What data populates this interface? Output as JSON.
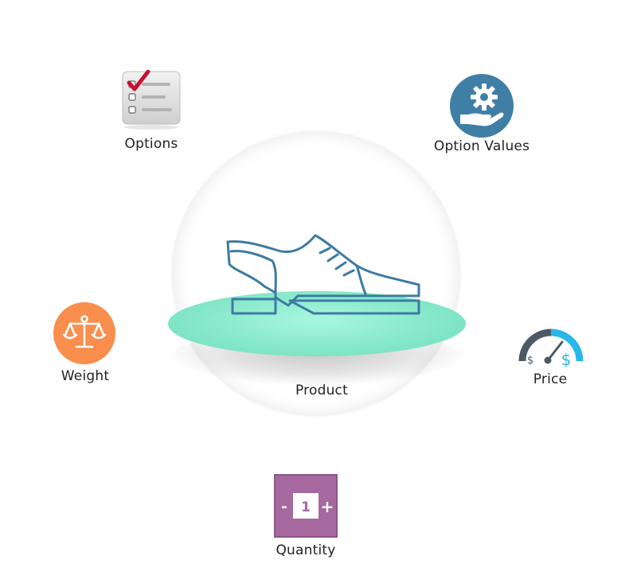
{
  "diagram": {
    "center": {
      "label": "Product",
      "icon": "shoe-icon"
    },
    "nodes": [
      {
        "id": "options",
        "label": "Options",
        "icon": "checklist-icon"
      },
      {
        "id": "option-values",
        "label": "Option Values",
        "icon": "hand-gear-icon"
      },
      {
        "id": "weight",
        "label": "Weight",
        "icon": "scale-icon"
      },
      {
        "id": "price",
        "label": "Price",
        "icon": "speedometer-dollar-icon"
      },
      {
        "id": "quantity",
        "label": "Quantity",
        "icon": "quantity-stepper-icon",
        "stepper_value": "1",
        "minus": "-",
        "plus": "+",
        "price_low_symbol": "$",
        "price_high_symbol": "$"
      }
    ]
  },
  "colors": {
    "option_values_circle": "#3f7fa6",
    "weight_circle": "#f98e4d",
    "quantity_square": "#a5699f",
    "price_gauge_dark": "#4b5a66",
    "price_gauge_light": "#29b6e8",
    "disc": "#86e8c9",
    "shoe_stroke": "#3d7ba3",
    "checkmark": "#c8102e"
  }
}
